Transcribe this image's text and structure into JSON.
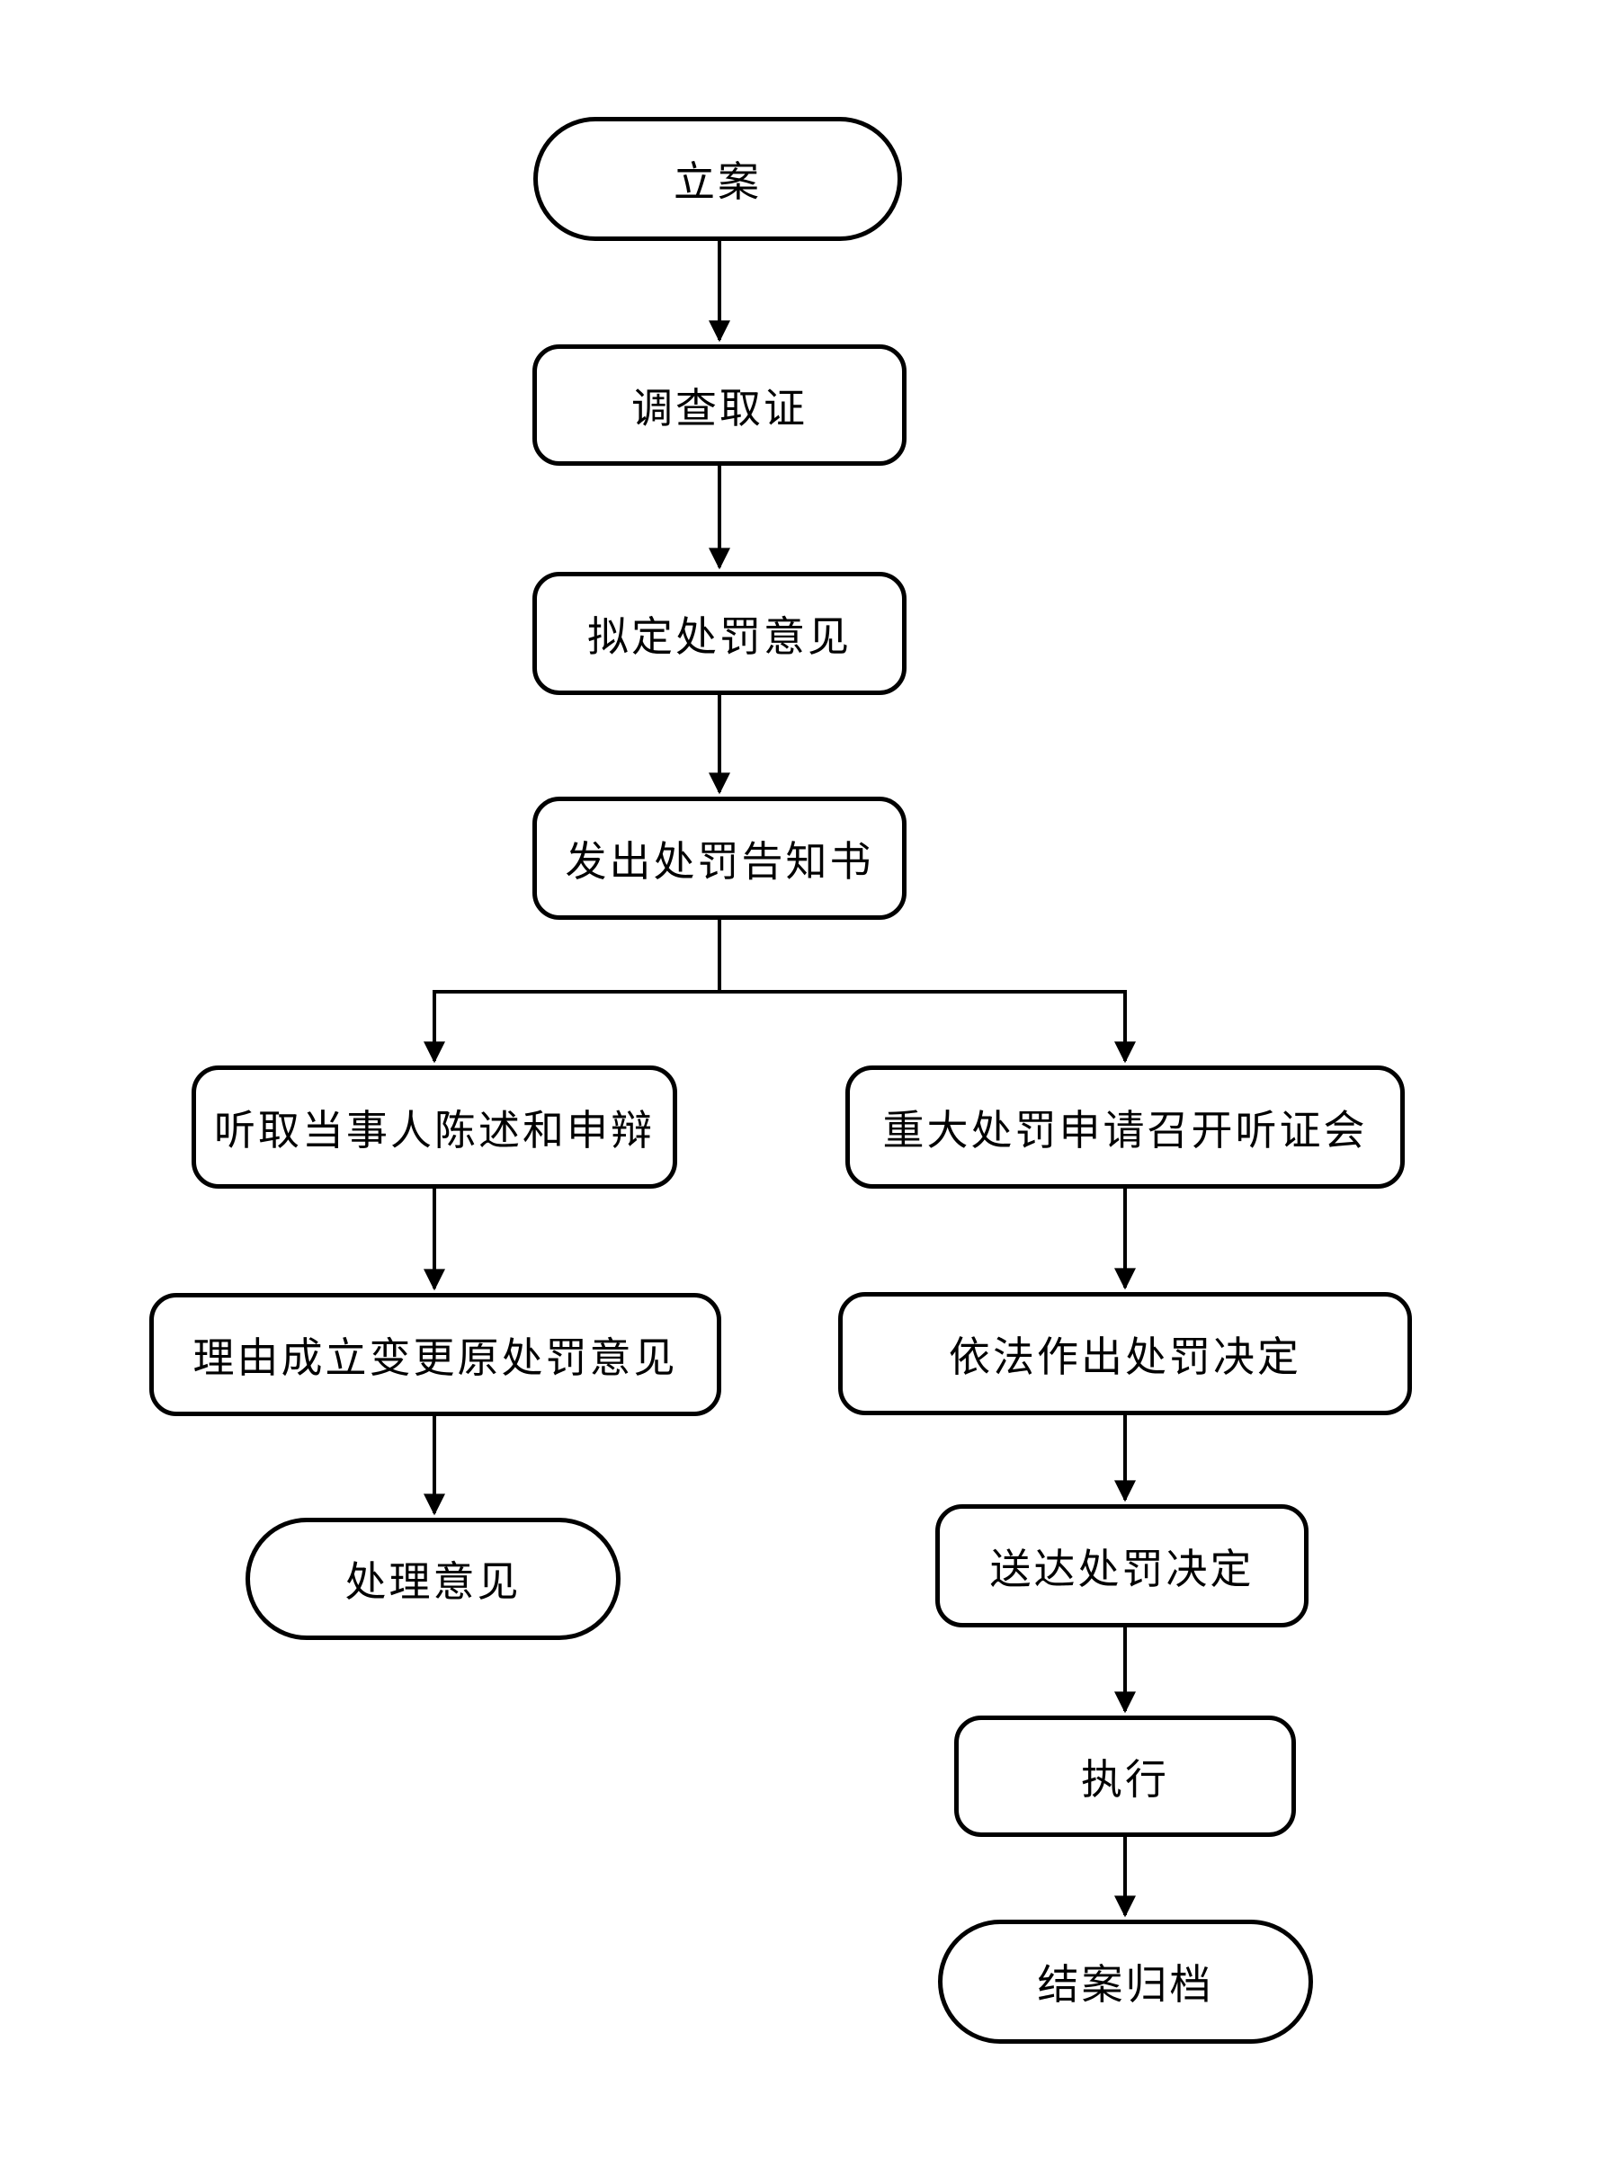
{
  "diagram": {
    "background_color": "#ffffff",
    "line_color": "#000000",
    "node_fill_color": "#ffffff",
    "nodes": [
      {
        "id": "li-an",
        "label": "立案",
        "shape": "stadium"
      },
      {
        "id": "diao-cha-qu-zheng",
        "label": "调查取证",
        "shape": "rounded-rect"
      },
      {
        "id": "ni-ding-yi-jian",
        "label": "拟定处罚意见",
        "shape": "rounded-rect"
      },
      {
        "id": "fa-chu-gao-zhi",
        "label": "发出处罚告知书",
        "shape": "rounded-rect"
      },
      {
        "id": "ting-qu-shen-bian",
        "label": "听取当事人陈述和申辩",
        "shape": "rounded-rect"
      },
      {
        "id": "zhong-da-ting-zheng",
        "label": "重大处罚申请召开听证会",
        "shape": "rounded-rect"
      },
      {
        "id": "li-you-bian-geng",
        "label": "理由成立变更原处罚意见",
        "shape": "rounded-rect"
      },
      {
        "id": "chu-li-yi-jian",
        "label": "处理意见",
        "shape": "stadium"
      },
      {
        "id": "yi-fa-jue-ding",
        "label": "依法作出处罚决定",
        "shape": "rounded-rect"
      },
      {
        "id": "song-da-jue-ding",
        "label": "送达处罚决定",
        "shape": "rounded-rect"
      },
      {
        "id": "zhi-xing",
        "label": "执行",
        "shape": "rounded-rect"
      },
      {
        "id": "jie-an-gui-dang",
        "label": "结案归档",
        "shape": "stadium"
      }
    ],
    "edges": [
      {
        "from": "li-an",
        "to": "diao-cha-qu-zheng"
      },
      {
        "from": "diao-cha-qu-zheng",
        "to": "ni-ding-yi-jian"
      },
      {
        "from": "ni-ding-yi-jian",
        "to": "fa-chu-gao-zhi"
      },
      {
        "from": "fa-chu-gao-zhi",
        "to": "ting-qu-shen-bian"
      },
      {
        "from": "fa-chu-gao-zhi",
        "to": "zhong-da-ting-zheng"
      },
      {
        "from": "ting-qu-shen-bian",
        "to": "li-you-bian-geng"
      },
      {
        "from": "li-you-bian-geng",
        "to": "chu-li-yi-jian"
      },
      {
        "from": "zhong-da-ting-zheng",
        "to": "yi-fa-jue-ding"
      },
      {
        "from": "yi-fa-jue-ding",
        "to": "song-da-jue-ding"
      },
      {
        "from": "song-da-jue-ding",
        "to": "zhi-xing"
      },
      {
        "from": "zhi-xing",
        "to": "jie-an-gui-dang"
      }
    ]
  }
}
